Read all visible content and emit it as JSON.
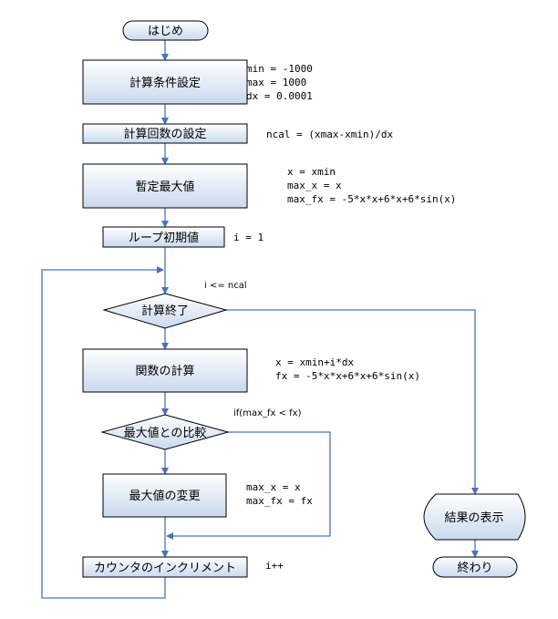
{
  "nodes": {
    "start": "はじめ",
    "calc_conditions": "計算条件設定",
    "calc_count": "計算回数の設定",
    "tentative_max": "暫定最大値",
    "loop_init": "ループ初期値",
    "calc_end": "計算終了",
    "func_calc": "関数の計算",
    "compare_max": "最大値との比較",
    "change_max": "最大値の変更",
    "increment": "カウンタのインクリメント",
    "show_result": "結果の表示",
    "end": "終わり"
  },
  "annotations": {
    "conditions": [
      "min = -1000",
      "max = 1000",
      "dx = 0.0001"
    ],
    "ncal": "ncal = (xmax-xmin)/dx",
    "tentative": [
      "x = xmin",
      "max_x = x",
      "max_fx = -5*x*x+6*x+6*sin(x)"
    ],
    "loop_init": "i = 1",
    "loop_cond": "i <= ncal",
    "func": [
      "x = xmin+i*dx",
      "fx = -5*x*x+6*x+6*sin(x)"
    ],
    "compare_cond": "if(max_fx < fx)",
    "change": [
      "max_x = x",
      "max_fx = fx"
    ],
    "increment": "i++"
  },
  "colors": {
    "box_fill_top": "#ffffff",
    "box_fill_bottom": "#c9d9ee",
    "box_stroke": "#000000",
    "arrow": "#4a74b8"
  }
}
